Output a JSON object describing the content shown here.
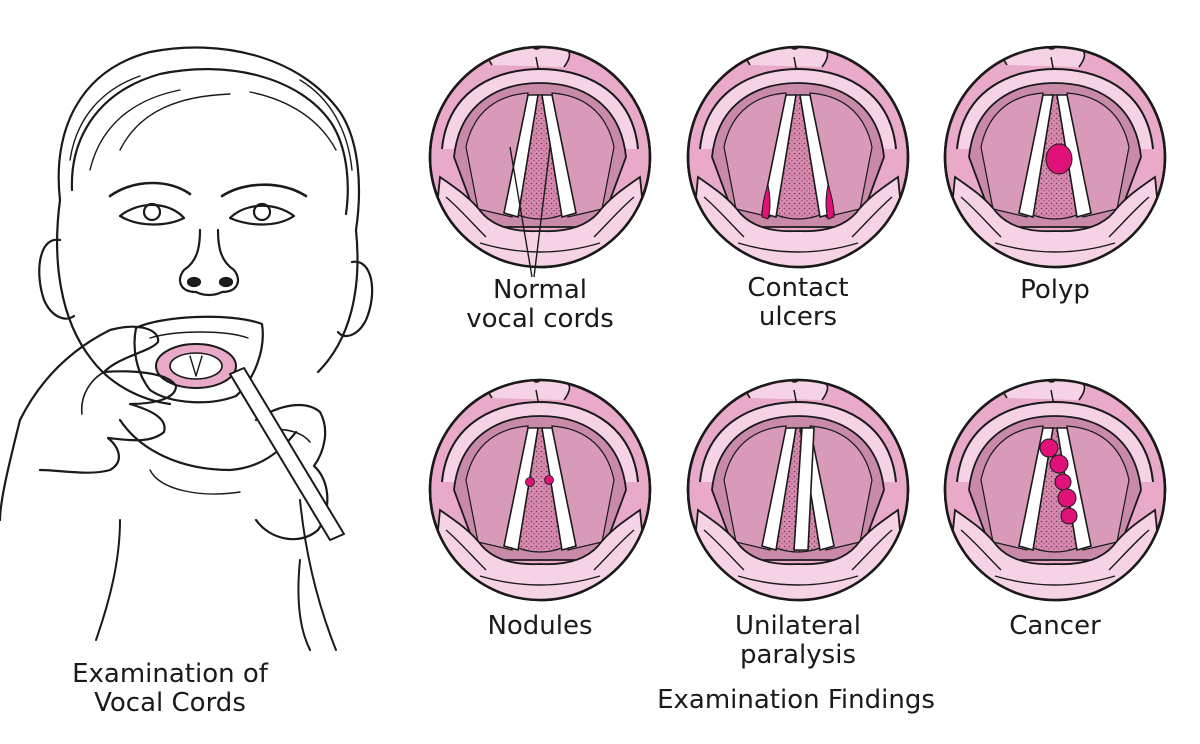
{
  "left_caption": {
    "line1": "Examination of",
    "line2": "Vocal Cords"
  },
  "findings_title": "Examination Findings",
  "findings": [
    {
      "id": "normal",
      "line1": "Normal",
      "line2": "vocal cords",
      "lesion": "none"
    },
    {
      "id": "contact-ulcers",
      "line1": "Contact",
      "line2": "ulcers",
      "lesion": "ulcers"
    },
    {
      "id": "polyp",
      "line1": "Polyp",
      "line2": "",
      "lesion": "polyp"
    },
    {
      "id": "nodules",
      "line1": "Nodules",
      "line2": "",
      "lesion": "nodules"
    },
    {
      "id": "unilateral-paralysis",
      "line1": "Unilateral",
      "line2": "paralysis",
      "lesion": "paralysis"
    },
    {
      "id": "cancer",
      "line1": "Cancer",
      "line2": "",
      "lesion": "cancer"
    }
  ],
  "colors": {
    "tissue": "#e9a9c8",
    "tissue_light": "#f6d3e4",
    "lesion": "#e0127a",
    "ink": "#1a1a1a"
  }
}
